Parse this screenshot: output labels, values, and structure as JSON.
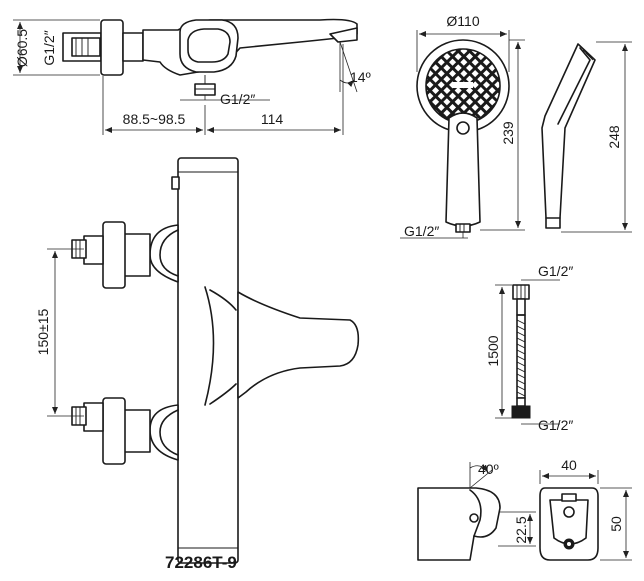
{
  "model_number": "72286T-9",
  "dims": {
    "spout_diameter": "Ø60.5",
    "inlet_thread_top": "G1/2″",
    "shower_outlet_thread": "G1/2″",
    "center_distance_range": "88.5~98.5",
    "spout_length": "114",
    "spout_angle": "14º",
    "head_diameter": "Ø110",
    "handshower_length": "239",
    "handshower_total_length": "248",
    "handshower_thread": "G1/2″",
    "hose_thread_top": "G1/2″",
    "hose_length": "1500",
    "hose_thread_bottom": "G1/2″",
    "inlet_spacing": "150±15",
    "holder_angle": "40º",
    "holder_width": "40",
    "holder_height": "50",
    "holder_offset": "22.5"
  }
}
